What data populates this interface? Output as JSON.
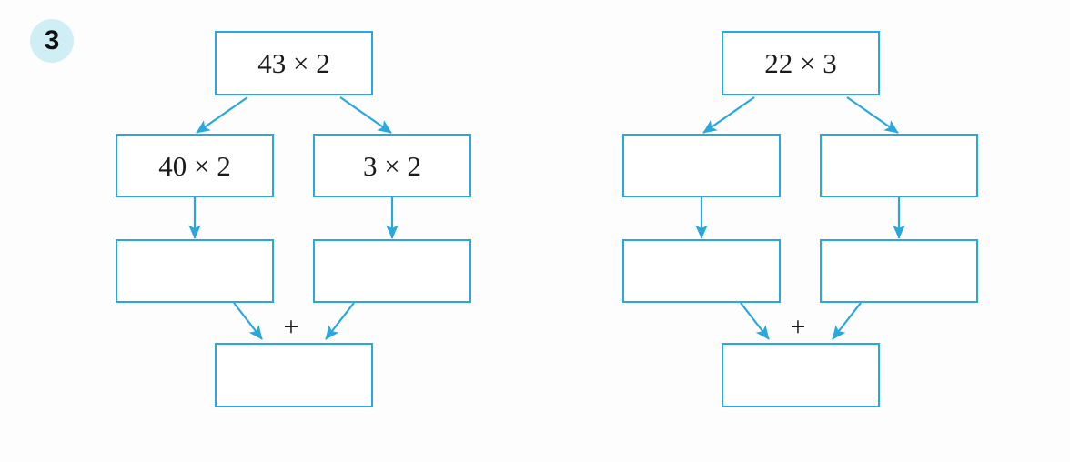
{
  "problem": {
    "number": "3",
    "badge_color": "#cfeef5"
  },
  "theme": {
    "box_border_color": "#29a8e0",
    "arrow_color": "#29a8e0",
    "text_color": "#1a1a1a",
    "background_color": "#fdfdfd"
  },
  "diagrams": [
    {
      "id": "left",
      "operator_label": "+",
      "top_box": {
        "label": "43 × 2",
        "empty": false
      },
      "row2": [
        {
          "label": "40 × 2",
          "empty": false
        },
        {
          "label": "3 × 2",
          "empty": false
        }
      ],
      "row3": [
        {
          "label": "",
          "empty": true
        },
        {
          "label": "",
          "empty": true
        }
      ],
      "result_box": {
        "label": "",
        "empty": true
      }
    },
    {
      "id": "right",
      "operator_label": "+",
      "top_box": {
        "label": "22 × 3",
        "empty": false
      },
      "row2": [
        {
          "label": "",
          "empty": true
        },
        {
          "label": "",
          "empty": true
        }
      ],
      "row3": [
        {
          "label": "",
          "empty": true
        },
        {
          "label": "",
          "empty": true
        }
      ],
      "result_box": {
        "label": "",
        "empty": true
      }
    }
  ]
}
